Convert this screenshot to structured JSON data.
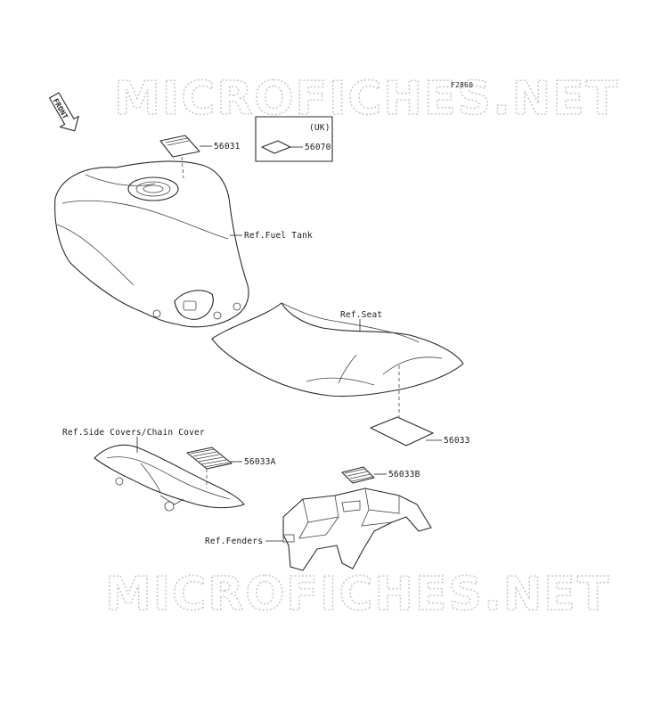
{
  "watermark": "MICROFICHES.NET",
  "diagram_code": "F2860",
  "front_badge": "FRONT",
  "uk_note": "(UK)",
  "parts": {
    "tank_label": "56031",
    "uk_label": "56070",
    "seat_label": "56033",
    "chain_label": "56033A",
    "fender_label": "56033B"
  },
  "refs": {
    "fuel_tank": "Ref.Fuel Tank",
    "seat": "Ref.Seat",
    "side_covers": "Ref.Side Covers/Chain Cover",
    "fenders": "Ref.Fenders"
  }
}
